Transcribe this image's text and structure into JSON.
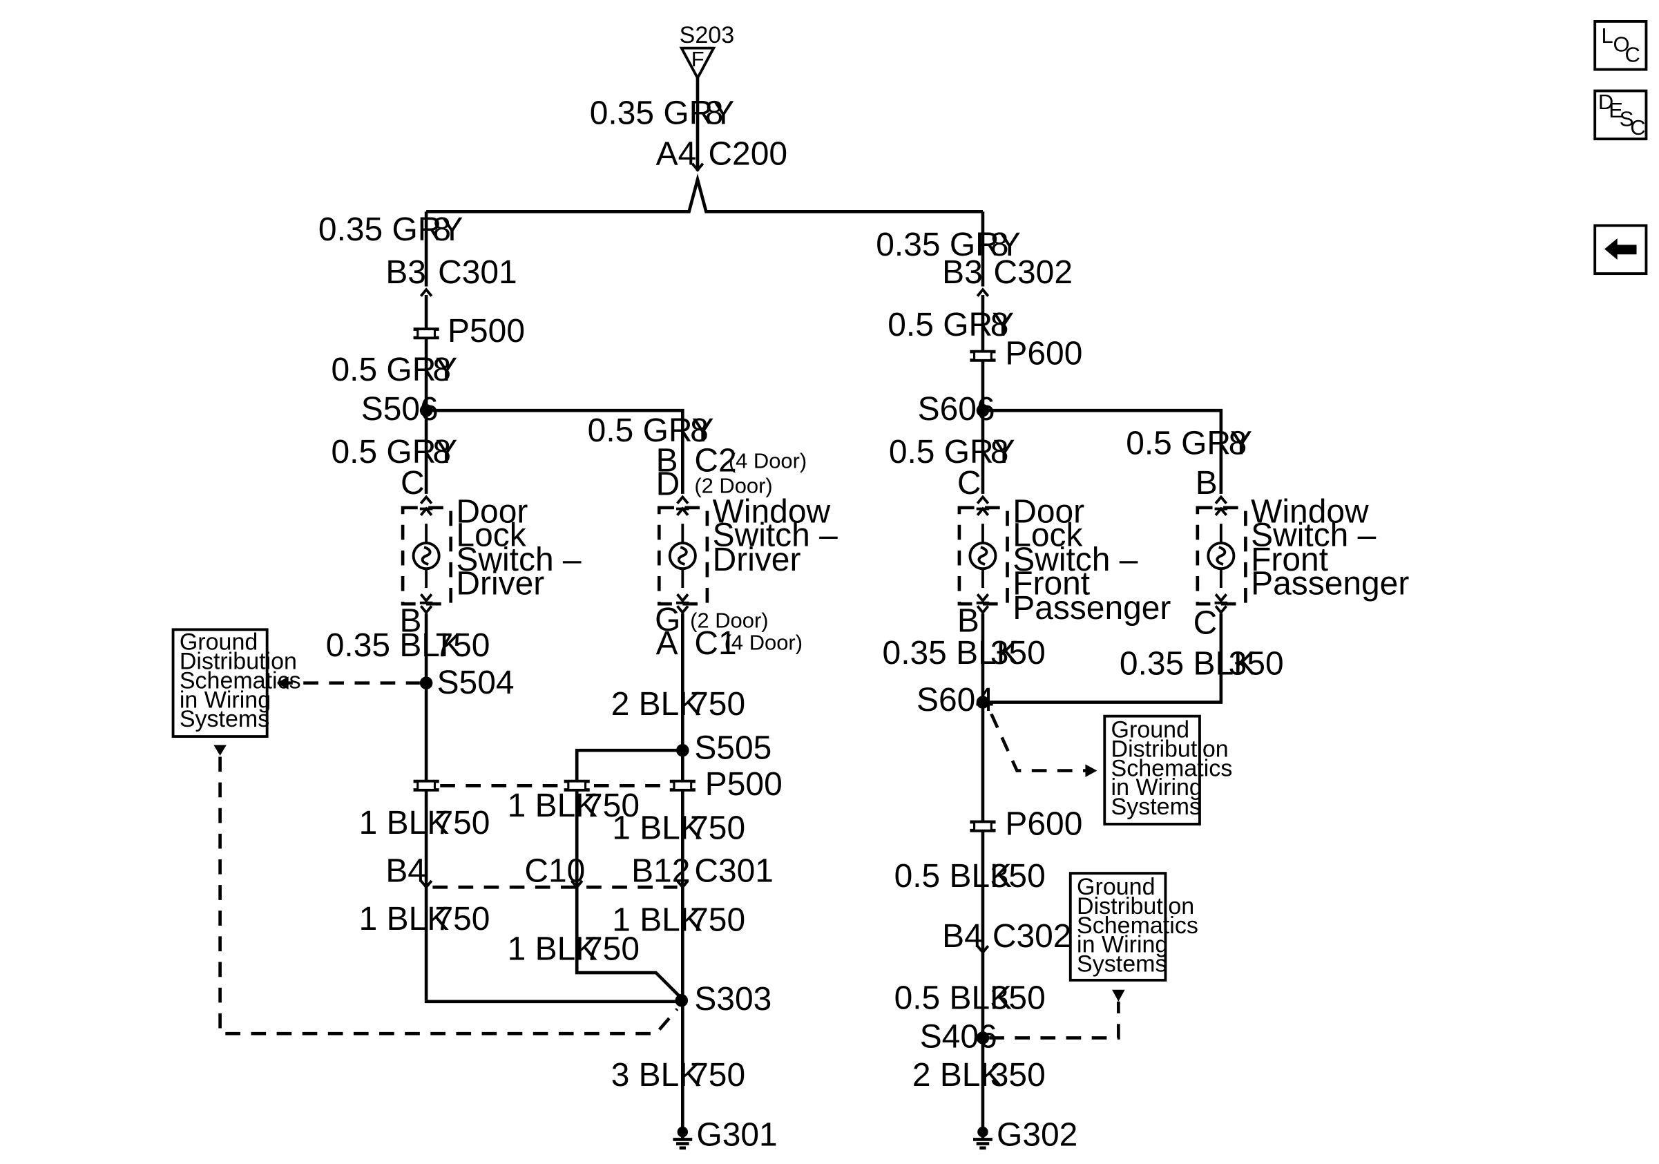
{
  "nav": {
    "loc": {
      "l1": "L",
      "l2": "O",
      "l3": "C"
    },
    "desc": {
      "l1": "D",
      "l2": "E",
      "l3": "S",
      "l4": "C"
    },
    "back_icon": "left-arrow-icon"
  },
  "top": {
    "splice": "S203",
    "splice_letter": "F",
    "wire": "0.35 GRY",
    "circuit": "8",
    "pin": "A4",
    "connector": "C200"
  },
  "left": {
    "w1": "0.35 GRY",
    "c1": "8",
    "pin1": "B3",
    "conn1": "C301",
    "p500": "P500",
    "w2": "0.5 GRY",
    "c2": "8",
    "s506": "S506",
    "w3": "0.5 GRY",
    "c3": "8",
    "pinC": "C",
    "door_lock": [
      "Door",
      "Lock",
      "Switch –",
      "Driver"
    ],
    "pinB": "B",
    "w4": "0.35 BLK",
    "c4": "750",
    "s504": "S504",
    "w5": "1 BLK",
    "c5": "750",
    "pinB4": "B4",
    "w6": "1 BLK",
    "c6": "750",
    "ground_box": [
      "Ground",
      "Distribution",
      "Schematics",
      "in Wiring",
      "Systems"
    ]
  },
  "mid": {
    "w1": "0.5 GRY",
    "c1": "8",
    "pinB": "B",
    "conn_c2": "C2",
    "four_door": "(4 Door)",
    "pinD": "D",
    "two_door": "(2 Door)",
    "window_switch": [
      "Window",
      "Switch –",
      "Driver"
    ],
    "pinG": "G",
    "two_door_b": "(2 Door)",
    "pinA": "A",
    "conn_c1": "C1",
    "four_door_b": "(4 Door)",
    "w2": "2 BLK",
    "c2": "750",
    "s505": "S505",
    "p500": "P500",
    "w3": "1 BLK",
    "c3": "750",
    "w3b": "1 BLK",
    "c3b": "750",
    "pinC10": "C10",
    "pinB12": "B12",
    "conn_c301": "C301",
    "w4": "1 BLK",
    "c4": "750",
    "w4b": "1 BLK",
    "c4b": "750",
    "s303": "S303",
    "w5": "3 BLK",
    "c5": "750",
    "g301": "G301"
  },
  "right": {
    "w1": "0.35 GRY",
    "c1": "8",
    "pin1": "B3",
    "conn1": "C302",
    "w2": "0.5 GRY",
    "c2": "8",
    "p600": "P600",
    "s606": "S606",
    "w3": "0.5 GRY",
    "c3": "8",
    "pinC": "C",
    "door_lock": [
      "Door",
      "Lock",
      "Switch –",
      "Front",
      "Passenger"
    ],
    "pinB": "B",
    "w4": "0.35 BLK",
    "c4": "350",
    "s604": "S604",
    "p600b": "P600",
    "w5": "0.5 BLK",
    "c5": "350",
    "pinB4": "B4",
    "conn_c302": "C302",
    "w6": "0.5 BLK",
    "c6": "350",
    "s406": "S406",
    "w7": "2 BLK",
    "c7": "350",
    "g302": "G302",
    "ground_box1": [
      "Ground",
      "Distribution",
      "Schematics",
      "in Wiring",
      "Systems"
    ],
    "ground_box2": [
      "Ground",
      "Distribution",
      "Schematics",
      "in Wiring",
      "Systems"
    ]
  },
  "far_right": {
    "w1": "0.5 GRY",
    "c1": "8",
    "pinB": "B",
    "window_switch": [
      "Window",
      "Switch –",
      "Front",
      "Passenger"
    ],
    "pinC": "C",
    "w2": "0.35 BLK",
    "c2": "350"
  }
}
